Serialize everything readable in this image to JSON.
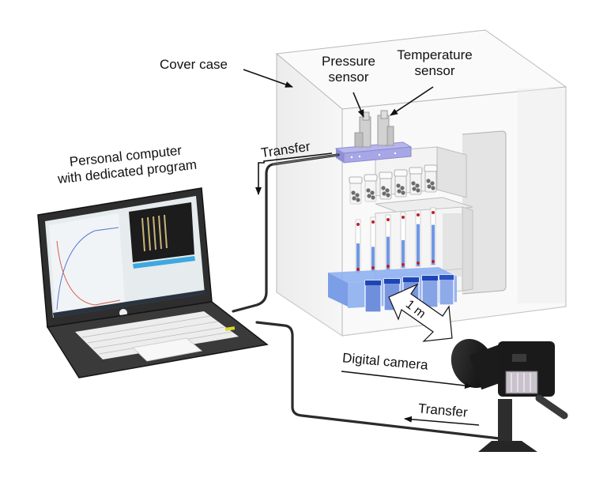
{
  "figure": {
    "labels": {
      "cover_case": "Cover case",
      "pressure_sensor": [
        "Pressure",
        "sensor"
      ],
      "temperature_sensor": [
        "Temperature",
        "sensor"
      ],
      "personal_computer": [
        "Personal computer",
        "with dedicated program"
      ],
      "transfer_top": "Transfer",
      "transfer_bottom": "Transfer",
      "digital_camera": "Digital camera",
      "distance": "1 m"
    },
    "components": {
      "vials": 6,
      "tubes": 6
    },
    "colors": {
      "case_edge": "#b9b9b9",
      "manifold": "#9c9be0",
      "liquid": "#6f98e6",
      "tray": "#7ea4ee",
      "cable": "#2b2b2b",
      "laptop": "#2e2e2e",
      "marker": "#c0202a"
    }
  }
}
